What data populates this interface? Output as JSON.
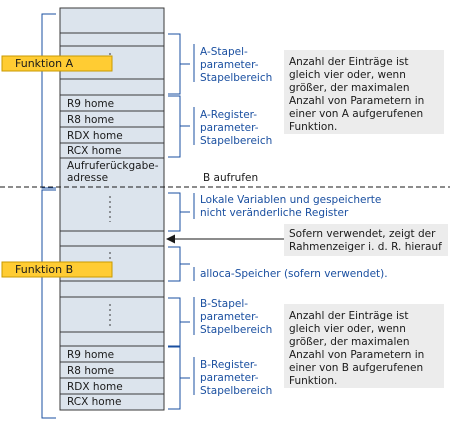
{
  "colors": {
    "stack_fill": "#dce4ed",
    "stack_border": "#3a3a3a",
    "func_fill": "#ffcc33",
    "func_border": "#c89a00",
    "bracket_blue": "#1a4fa0",
    "label_blue": "#1a4fa0",
    "note_fill": "#ececec"
  },
  "functions": {
    "a": "Funktion A",
    "b": "Funktion B"
  },
  "cells": {
    "a_r9": "R9 home",
    "a_r8": "R8 home",
    "a_rdx": "RDX home",
    "a_rcx": "RCX home",
    "ret_line1": "Aufruferückgabe-",
    "ret_line2": "adresse",
    "b_r9": "R9 home",
    "b_r8": "R8 home",
    "b_rdx": "RDX home",
    "b_rcx": "RCX home"
  },
  "labels": {
    "a_stack": [
      "A-Stapel-",
      "parameter-",
      "Stapelbereich"
    ],
    "a_reg": [
      "A-Register-",
      "parameter-",
      "Stapelbereich"
    ],
    "call_b": "B aufrufen",
    "locals": [
      "Lokale Variablen und gespeicherte",
      "nicht veränderliche Register"
    ],
    "alloca": "alloca-Speicher (sofern verwendet).",
    "b_stack": [
      "B-Stapel-",
      "parameter-",
      "Stapelbereich"
    ],
    "b_reg": [
      "B-Register-",
      "parameter-",
      "Stapelbereich"
    ]
  },
  "notes": {
    "a": [
      "Anzahl der Einträge ist",
      "gleich vier oder, wenn",
      "größer, der maximalen",
      "Anzahl von Parametern in",
      "einer von A aufgerufenen",
      "Funktion."
    ],
    "frame": [
      "Sofern verwendet, zeigt der",
      "Rahmenzeiger i. d. R. hierauf"
    ],
    "b": [
      "Anzahl der Einträge ist",
      "gleich vier oder, wenn",
      "größer, der maximalen",
      "Anzahl von Parametern in",
      "einer von B aufgerufenen",
      "Funktion."
    ]
  }
}
